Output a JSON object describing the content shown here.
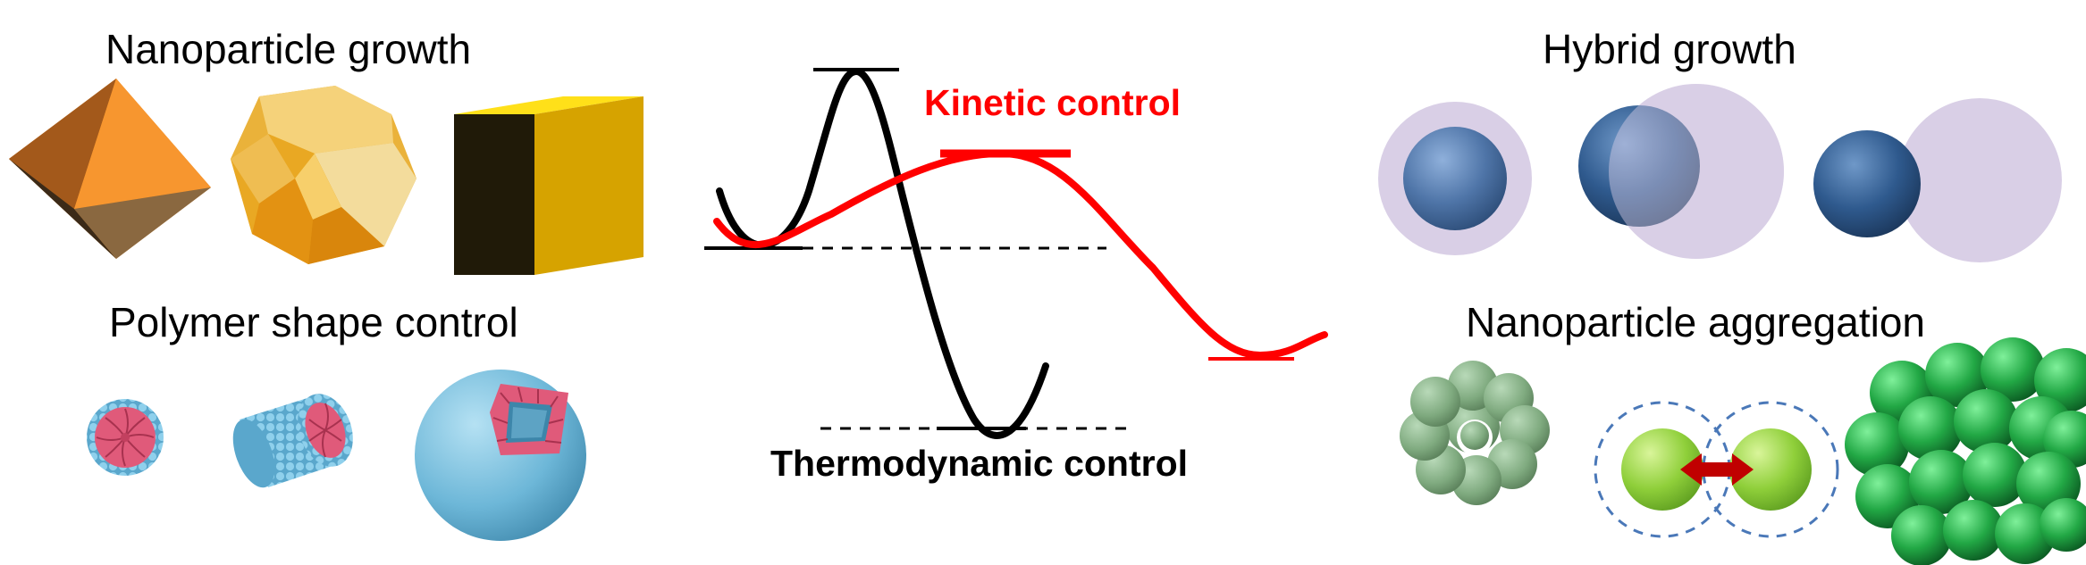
{
  "labels": {
    "nanoparticle_growth": "Nanoparticle growth",
    "polymer_shape_control": "Polymer shape control",
    "hybrid_growth": "Hybrid growth",
    "nanoparticle_aggregation": "Nanoparticle aggregation",
    "kinetic_control": "Kinetic control",
    "thermodynamic_control": "Thermodynamic control"
  },
  "icons": [
    "octahedron-icon",
    "truncated-octahedron-icon",
    "cube-icon",
    "spherical-micelle-icon",
    "cylindrical-micelle-icon",
    "vesicle-icon",
    "core-shell-hybrid-icon",
    "janus-hybrid-icon",
    "dimer-hybrid-icon",
    "ring-cluster-icon",
    "particle-pair-icon",
    "dense-aggregate-icon"
  ],
  "colors": {
    "kinetic": "#ff0000",
    "thermodynamic": "#000000",
    "gold": "#f0a020",
    "shell": "#d9cfe6",
    "core": "#3f6a9a",
    "polymer_shell": "#6db7d8",
    "polymer_core": "#e05a7a",
    "aggregate_green": "#2aa84a"
  }
}
